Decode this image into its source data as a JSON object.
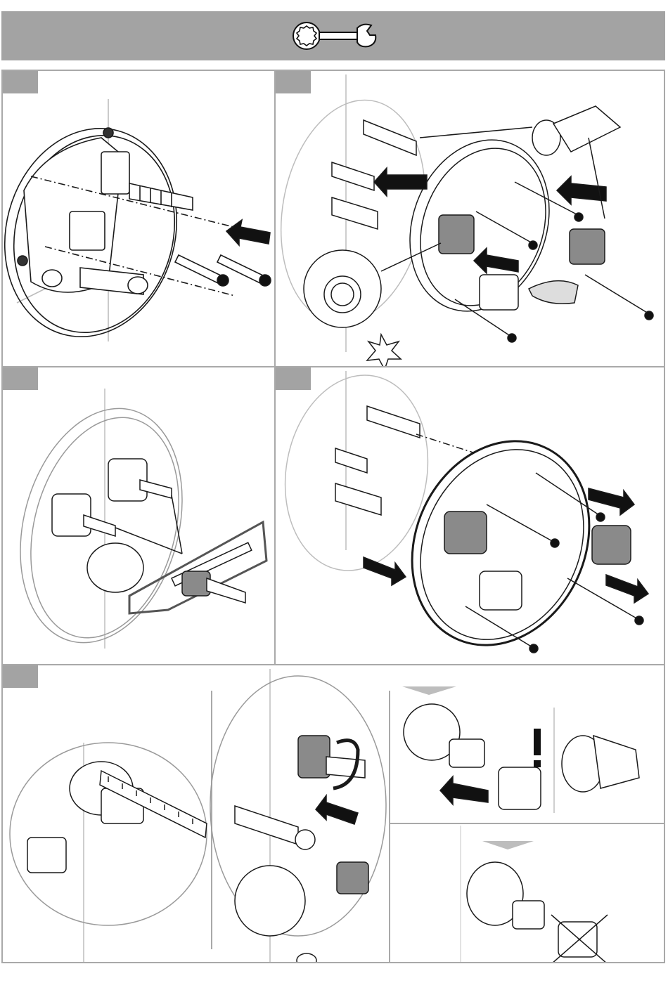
{
  "header": {
    "icon": "wrench-icon",
    "background": "#a3a3a3"
  },
  "colors": {
    "panel_border": "#a9a9a9",
    "step_tab": "#a3a3a3",
    "line_art": "#1a1a1a",
    "ghost_line": "#bdbdbd",
    "part_fill": "#8a8a8a"
  },
  "steps": [
    {
      "id": 1,
      "illustration": "remove-screws"
    },
    {
      "id": 2,
      "illustration": "remove-covers-and-sleeves"
    },
    {
      "id": 3,
      "illustration": "cut-extension-with-saw"
    },
    {
      "id": 4,
      "illustration": "reassemble-plate"
    },
    {
      "id": 5,
      "illustration": "measure-and-fit-nuts"
    }
  ],
  "warning_mark": "!"
}
